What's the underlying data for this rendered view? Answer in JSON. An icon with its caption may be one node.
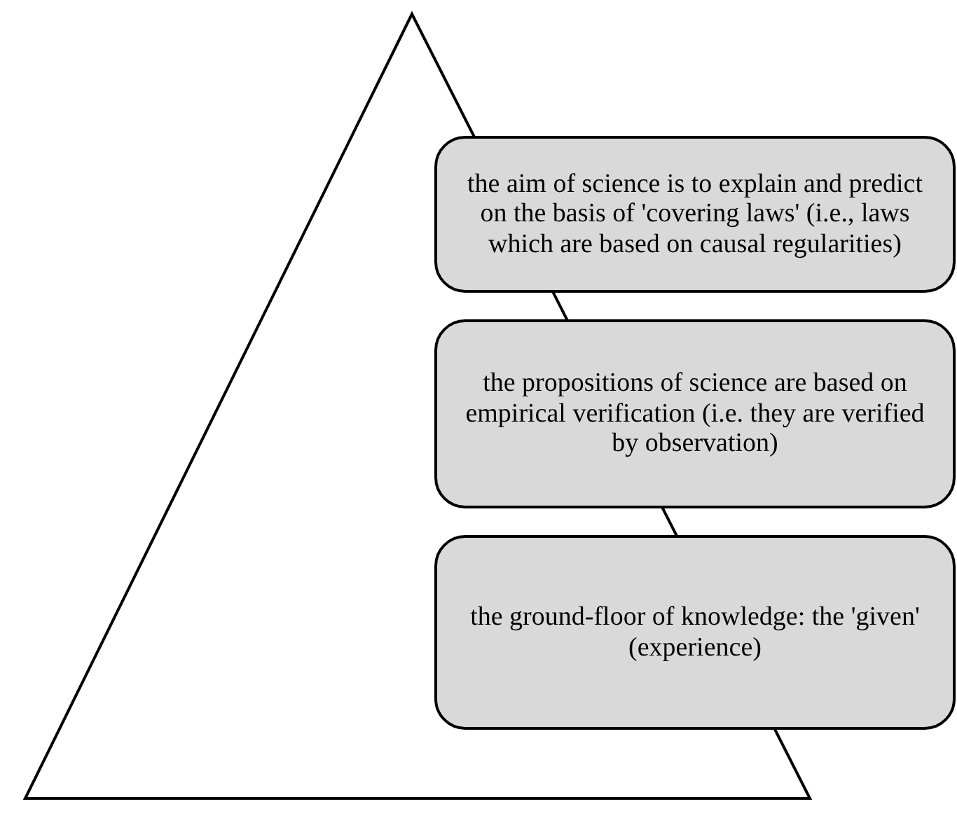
{
  "diagram": {
    "nodes": [
      {
        "text": [
          "the aim of science is to explain and predict on the basis of 'covering laws' (i.e., laws which are based on causal regularities)"
        ]
      },
      {
        "text": [
          "the propositions of science are based on empirical verification (i.e. they are verified by observation)"
        ]
      },
      {
        "text": [
          "the ground-floor of knowledge: the 'given' (experience)"
        ]
      }
    ]
  }
}
